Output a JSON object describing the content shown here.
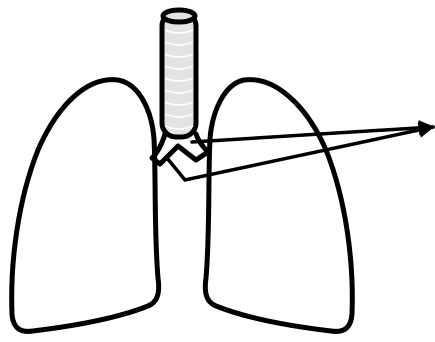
{
  "diagram": {
    "subject": "lungs",
    "colors": {
      "outline": "#000000",
      "trachea_fill": "#e3e3e3",
      "ring": "#ffffff",
      "background": "#ffffff"
    },
    "trachea_rings": 9,
    "pointer_arrows": 2
  }
}
